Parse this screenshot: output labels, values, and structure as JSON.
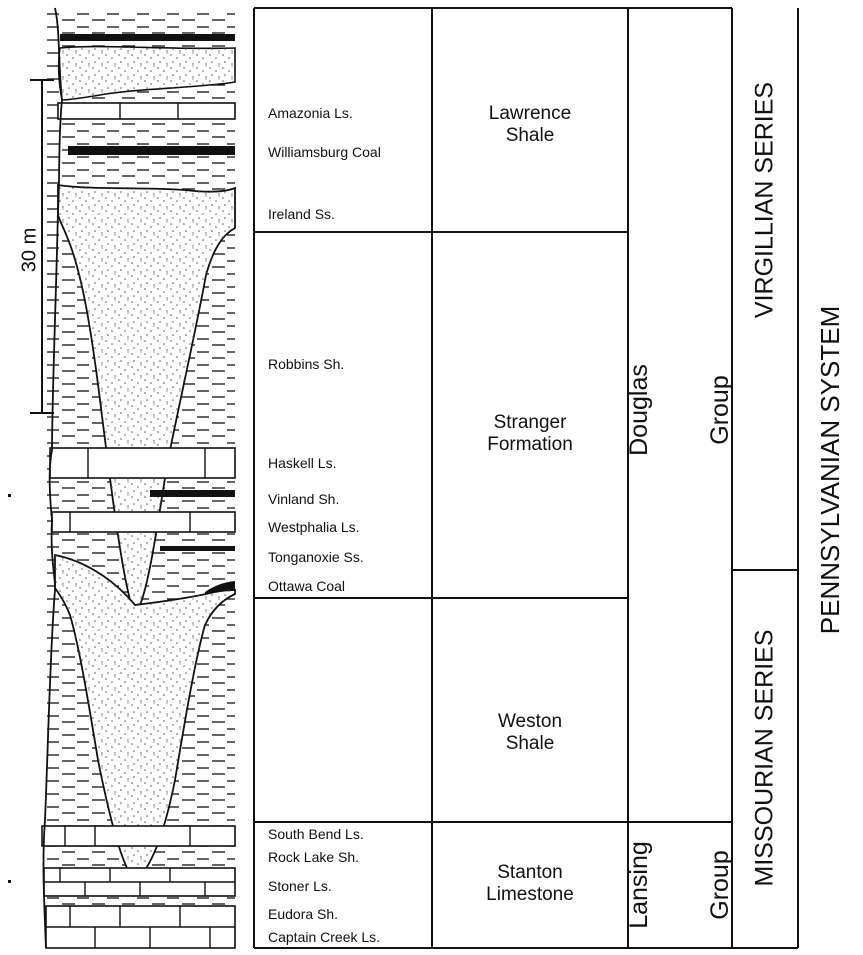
{
  "scale": {
    "label": "30 m"
  },
  "members": [
    {
      "id": "amazonia",
      "name": "Amazonia Ls."
    },
    {
      "id": "williamsburg",
      "name": "Williamsburg Coal"
    },
    {
      "id": "ireland",
      "name": "Ireland Ss."
    },
    {
      "id": "robbins",
      "name": "Robbins Sh."
    },
    {
      "id": "haskell",
      "name": "Haskell Ls."
    },
    {
      "id": "vinland",
      "name": "Vinland Sh."
    },
    {
      "id": "westphalia",
      "name": "Westphalia Ls."
    },
    {
      "id": "tonganoxie",
      "name": "Tonganoxie Ss."
    },
    {
      "id": "ottawa",
      "name": "Ottawa Coal"
    },
    {
      "id": "south-bend",
      "name": "South Bend Ls."
    },
    {
      "id": "rock-lake",
      "name": "Rock Lake Sh."
    },
    {
      "id": "stoner",
      "name": "Stoner Ls."
    },
    {
      "id": "eudora",
      "name": "Eudora Sh."
    },
    {
      "id": "captain-creek",
      "name": "Captain Creek Ls."
    }
  ],
  "formations": [
    {
      "id": "lawrence",
      "line1": "Lawrence",
      "line2": "Shale"
    },
    {
      "id": "stranger",
      "line1": "Stranger",
      "line2": "Formation"
    },
    {
      "id": "weston",
      "line1": "Weston",
      "line2": "Shale"
    },
    {
      "id": "stanton",
      "line1": "Stanton",
      "line2": "Limestone"
    }
  ],
  "groups": [
    {
      "id": "douglas",
      "line1": "Douglas",
      "line2": "Group"
    },
    {
      "id": "lansing",
      "line1": "Lansing",
      "line2": "Group"
    }
  ],
  "series": [
    {
      "id": "virgillian",
      "name": "VIRGILLIAN SERIES"
    },
    {
      "id": "missourian",
      "name": "MISSOURIAN SERIES"
    }
  ],
  "system": {
    "name": "PENNSYLVANIAN SYSTEM"
  },
  "colors": {
    "line": "#111111",
    "paper": "#ffffff",
    "sand_dot": "#555555"
  }
}
